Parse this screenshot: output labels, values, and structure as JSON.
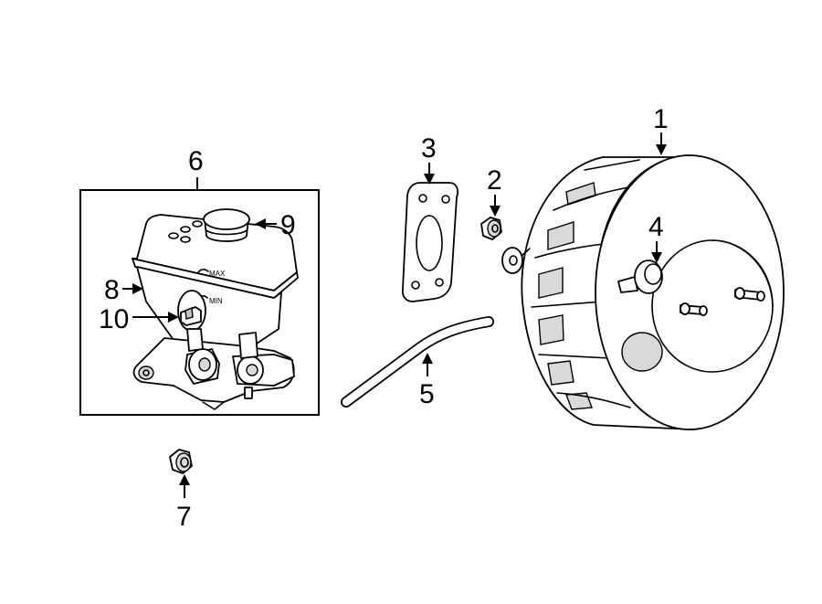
{
  "callouts": {
    "c1": "1",
    "c2": "2",
    "c3": "3",
    "c4": "4",
    "c5": "5",
    "c6": "6",
    "c7": "7",
    "c8": "8",
    "c9": "9",
    "c10": "10"
  },
  "reservoir_marks": {
    "max": "MAX",
    "min": "MIN"
  }
}
